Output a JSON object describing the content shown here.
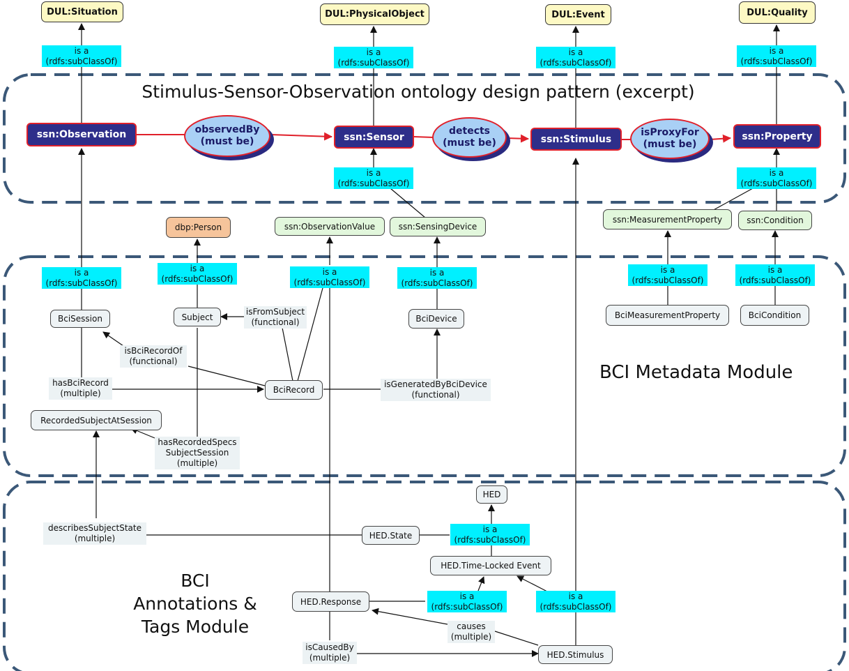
{
  "section_title": "Stimulus-Sensor-Observation ontology design pattern (excerpt)",
  "module_metadata": "BCI Metadata Module",
  "module_annotations": [
    "BCI",
    "Annotations &",
    "Tags Module"
  ],
  "is_a": {
    "line1": "is a",
    "line2": "(rdfs:subClassOf)"
  },
  "nodes": {
    "dul_situation": "DUL:Situation",
    "dul_physicalobject": "DUL:PhysicalObject",
    "dul_event": "DUL:Event",
    "dul_quality": "DUL:Quality",
    "ssn_observation": "ssn:Observation",
    "ssn_sensor": "ssn:Sensor",
    "ssn_stimulus": "ssn:Stimulus",
    "ssn_property": "ssn:Property",
    "dbp_person": "dbp:Person",
    "ssn_observationvalue": "ssn:ObservationValue",
    "ssn_sensingdevice": "ssn:SensingDevice",
    "ssn_measurementproperty": "ssn:MeasurementProperty",
    "ssn_condition": "ssn:Condition",
    "bcisession": "BciSession",
    "subject": "Subject",
    "bcidevice": "BciDevice",
    "bcimeasurementproperty": "BciMeasurementProperty",
    "bcicondition": "BciCondition",
    "bcirecord": "BciRecord",
    "recordedsubjectatsession": "RecordedSubjectAtSession",
    "hed": "HED",
    "hed_state": "HED.State",
    "hed_timelocked": "HED.Time-Locked Event",
    "hed_response": "HED.Response",
    "hed_stimulus": "HED.Stimulus"
  },
  "ellipses": {
    "observedby": [
      "observedBy",
      "(must be)"
    ],
    "detects": [
      "detects",
      "(must be)"
    ],
    "isproxyfor": [
      "isProxyFor",
      "(must be)"
    ]
  },
  "relations": {
    "isfromsubject": [
      "isFromSubject",
      "(functional)"
    ],
    "isbcirecordof": [
      "isBciRecordOf",
      "(functional)"
    ],
    "hasbcirecord": [
      "hasBciRecord",
      "(multiple)"
    ],
    "isgeneratedbybcidevice": [
      "isGeneratedByBciDevice",
      "(functional)"
    ],
    "hasrecordedspecs": [
      "hasRecordedSpecs",
      "SubjectSession",
      "(multiple)"
    ],
    "describessubjectstate": [
      "describesSubjectState",
      "(multiple)"
    ],
    "causes": [
      "causes",
      "(multiple)"
    ],
    "iscausedby": [
      "isCausedBy",
      "(multiple)"
    ]
  },
  "colors": {
    "dashed_border": "#3b5878",
    "ssn_fill": "#2e2e8a",
    "ssn_border": "#e0202a",
    "isa_label": "#00f0ff",
    "ellipse_fill": "#a9d0f5",
    "dul_fill": "#fdf9c4",
    "green_fill": "#e2f7dc",
    "orange_fill": "#f6c49b"
  }
}
